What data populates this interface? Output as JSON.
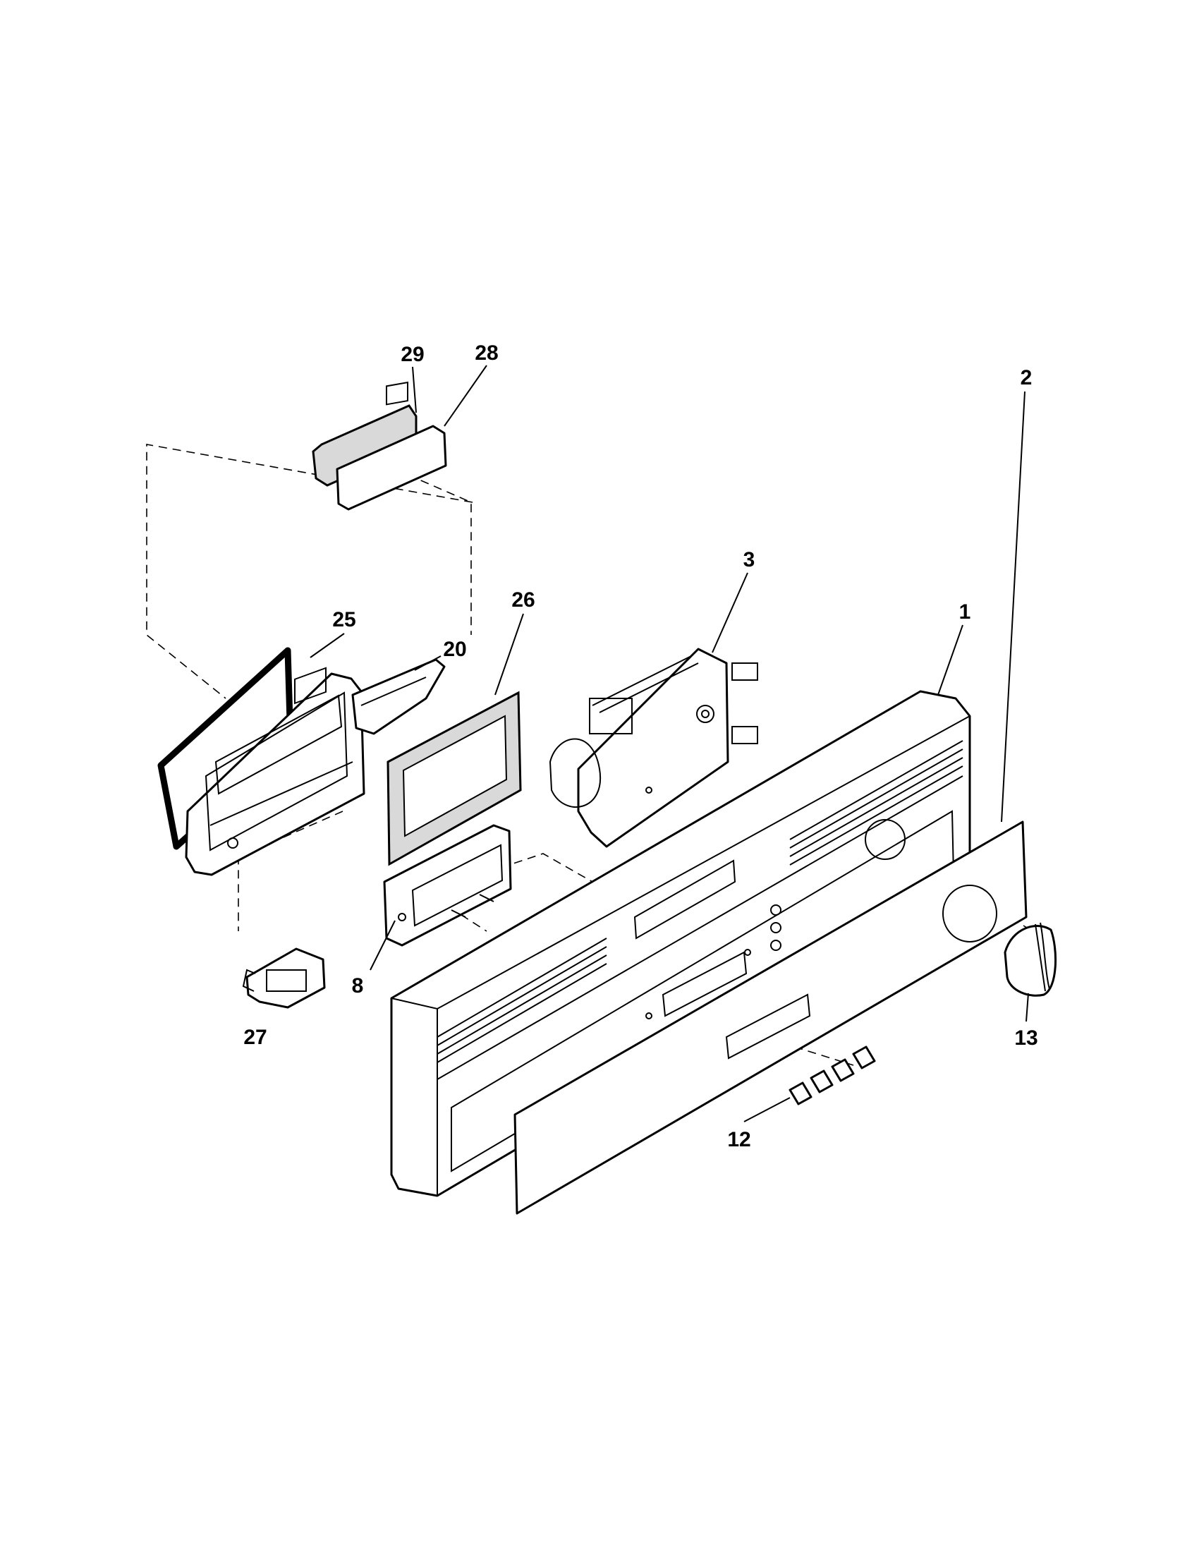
{
  "callouts": {
    "p1": "1",
    "p2": "2",
    "p3": "3",
    "p8": "8",
    "p12": "12",
    "p13": "13",
    "p20": "20",
    "p25": "25",
    "p26": "26",
    "p27": "27",
    "p28": "28",
    "p29": "29"
  },
  "colors": {
    "line": "#000000",
    "background": "#ffffff"
  }
}
